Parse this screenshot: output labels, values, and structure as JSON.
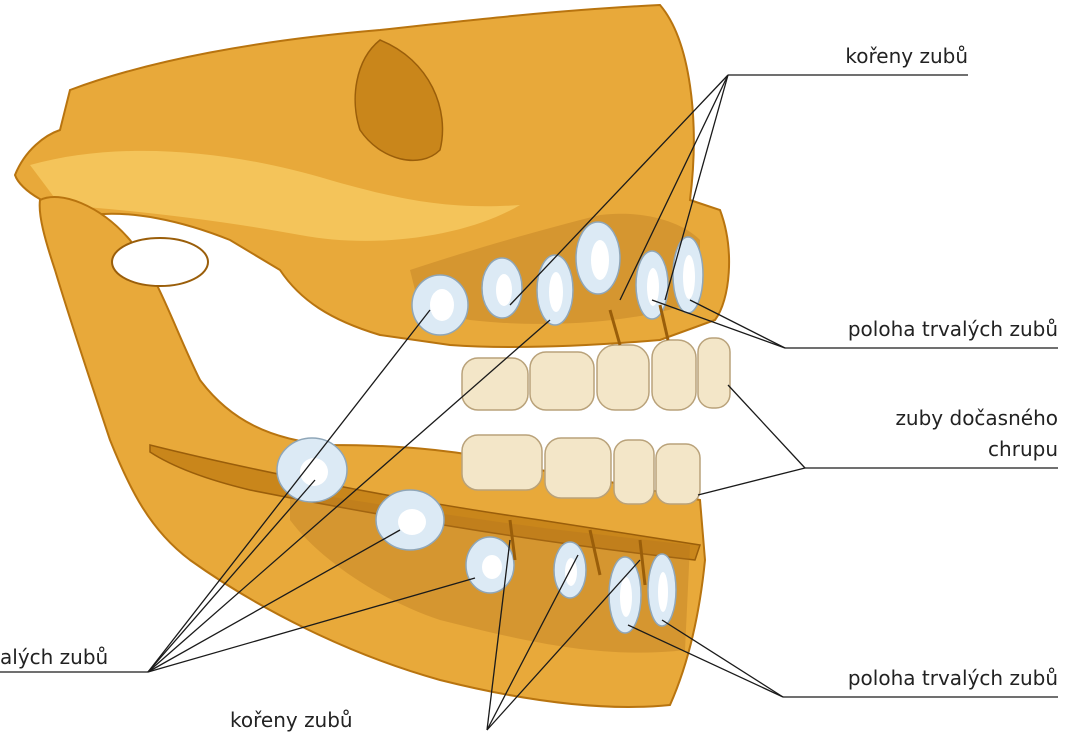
{
  "labels": {
    "roots_top": "kořeny zubů",
    "perm_upper": "poloha trvalých zubů",
    "milk_line1": "zuby dočasného",
    "milk_line2": "chrupu",
    "perm_lower_left": "alých zubů",
    "roots_bottom": "kořeny zubů",
    "perm_lower_right": "poloha trvalých zubů"
  },
  "colors": {
    "bone": "#E8A93A",
    "bone_shadow": "#C9861B",
    "milk_teeth": "#F3E6C8",
    "permanent_teeth": "#DCEAF5",
    "leader_lines": "#1a1a1a"
  }
}
